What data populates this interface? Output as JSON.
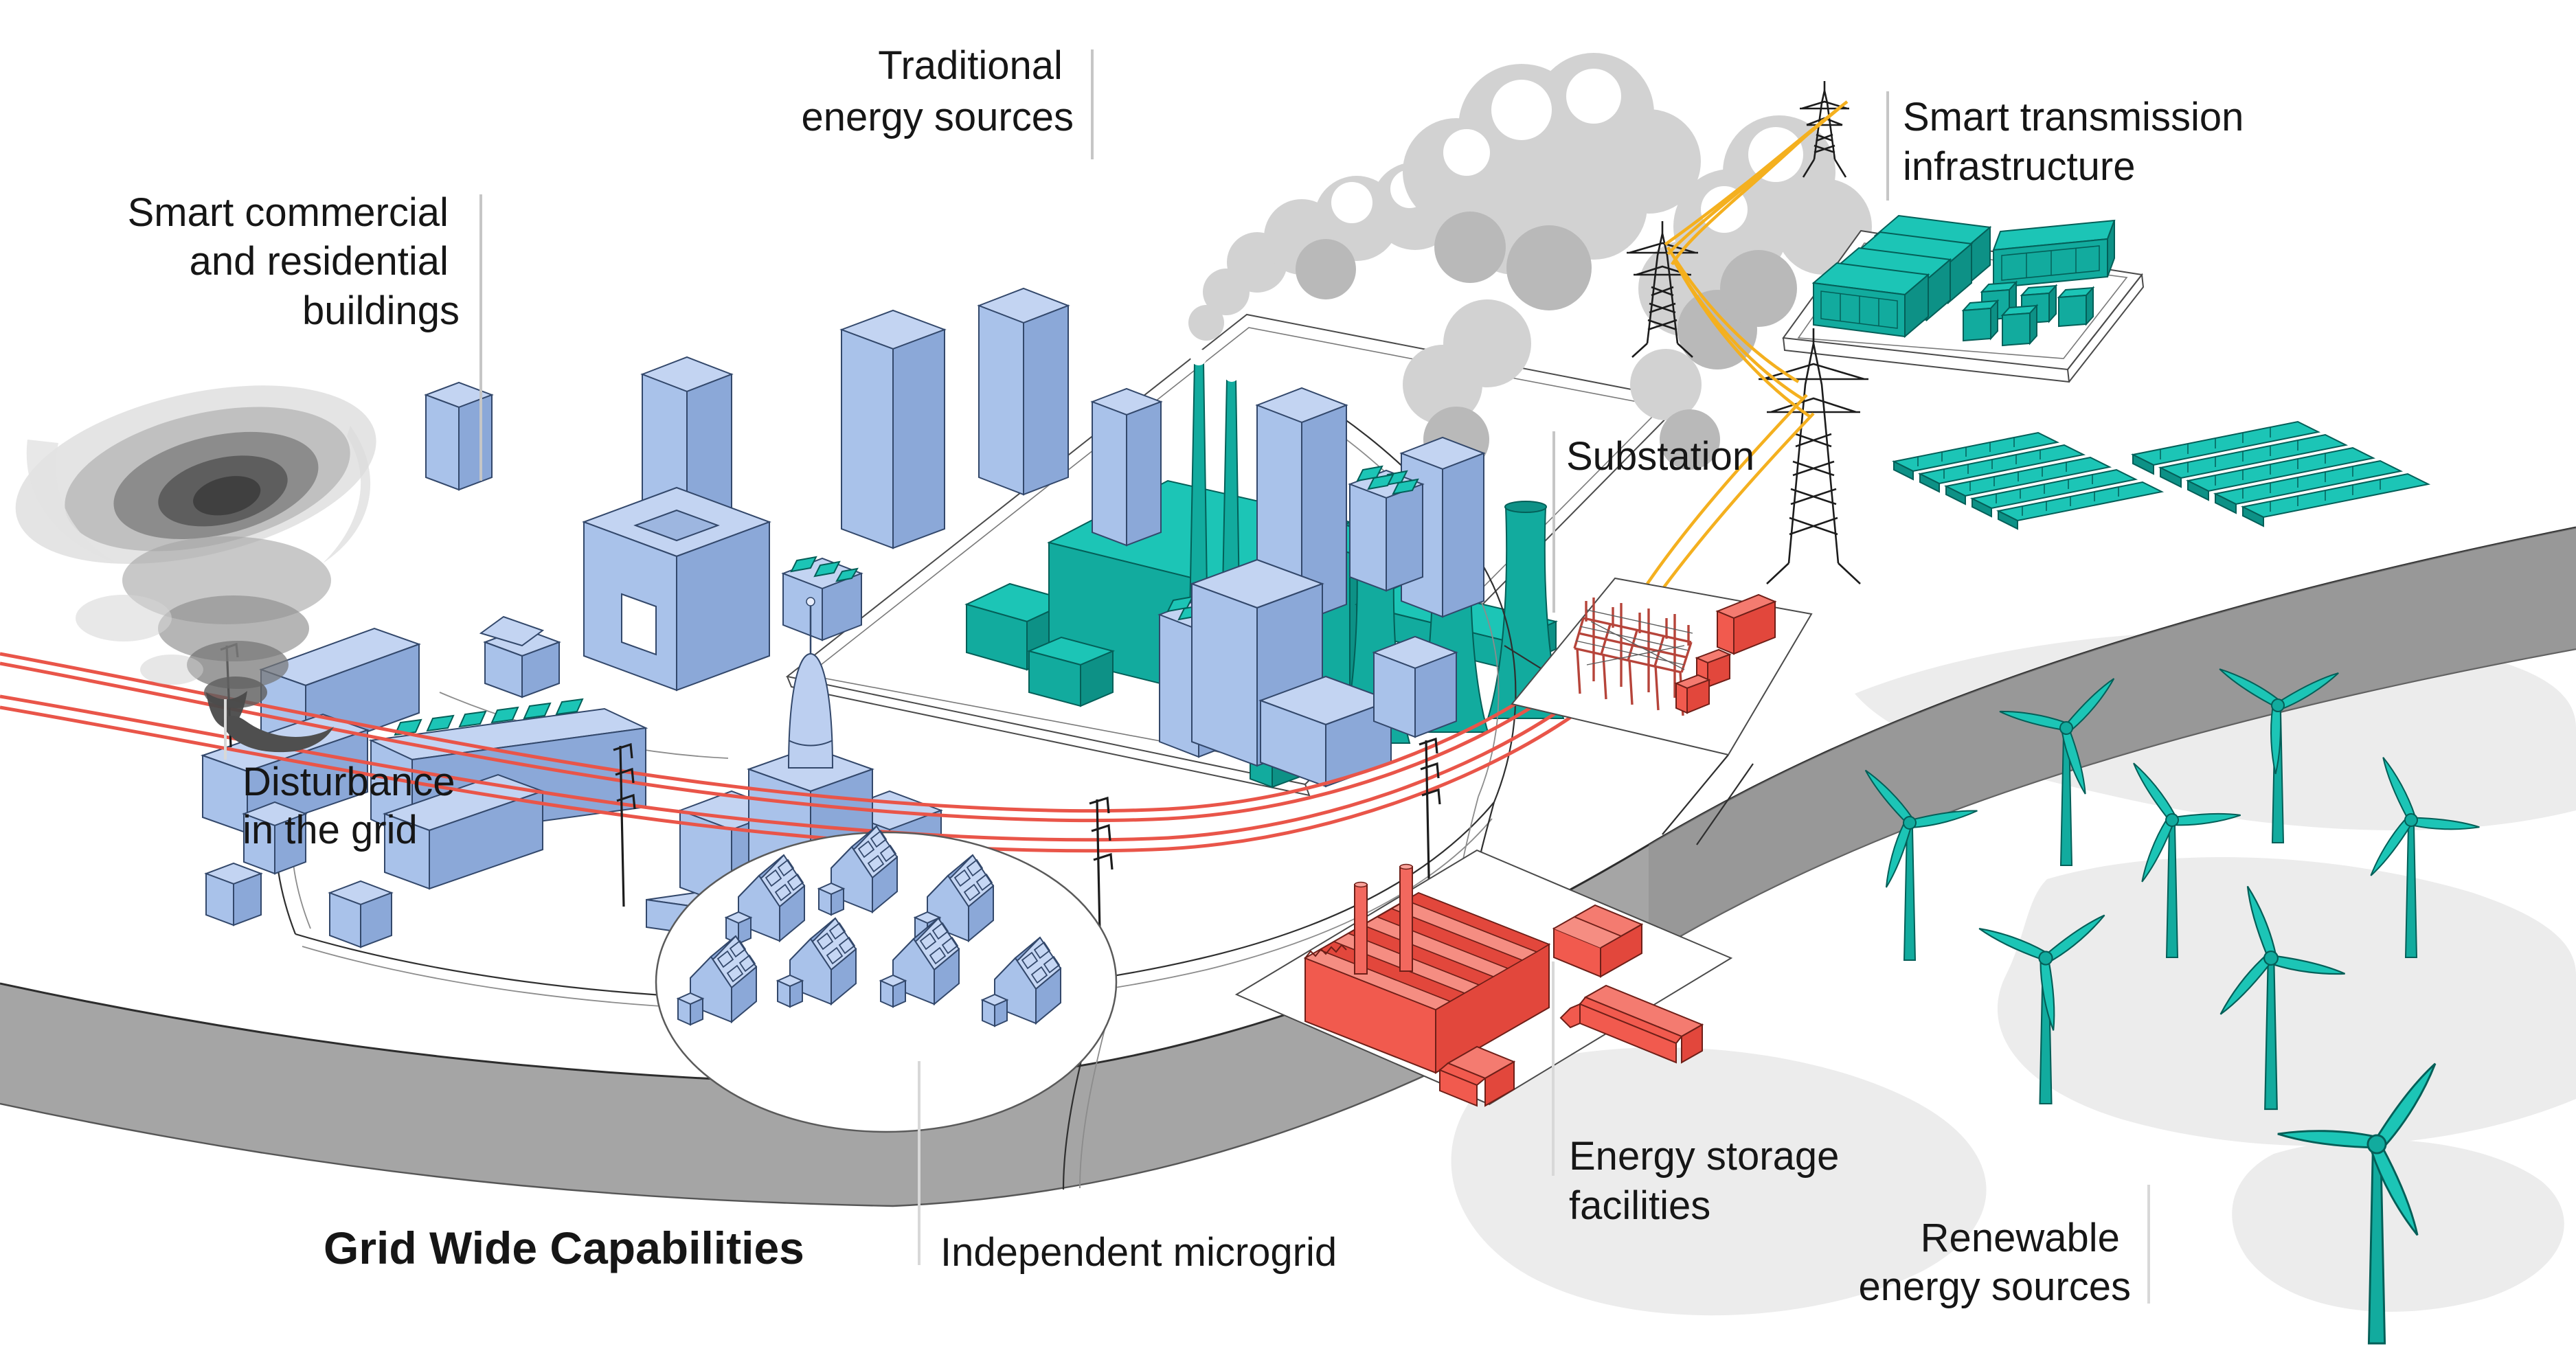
{
  "title": "Grid Wide Capabilities",
  "labels": {
    "traditional_energy": {
      "line1": "Traditional",
      "line2": "energy sources"
    },
    "smart_buildings": {
      "line1": "Smart commercial",
      "line2": "and residential",
      "line3": "buildings"
    },
    "smart_transmission": {
      "line1": "Smart transmission",
      "line2": "infrastructure"
    },
    "substation": {
      "text": "Substation"
    },
    "disturbance": {
      "line1": "Disturbance",
      "line2": "in the grid"
    },
    "grid_wide": {
      "text": "Grid Wide Capabilities"
    },
    "independent_microgrid": {
      "text": "Independent microgrid"
    },
    "energy_storage": {
      "line1": "Energy storage",
      "line2": "facilities"
    },
    "renewable": {
      "line1": "Renewable",
      "line2": "energy sources"
    }
  },
  "icons": {
    "tornado": "disturbance-tornado-icon",
    "power_plant": "fossil-power-plant-icon",
    "cooling_towers": "cooling-towers-icon",
    "transmission_tower": "transmission-pylon-icon",
    "substation": "substation-icon",
    "solar_array": "solar-panel-array-icon",
    "wind_turbine": "wind-turbine-icon",
    "city": "city-buildings-icon",
    "microgrid_houses": "solar-houses-icon",
    "storage": "energy-storage-factory-icon"
  },
  "colors": {
    "ink": "#161616",
    "sep": "#c6c6c6",
    "teal-top": "#1cc5b6",
    "teal-front": "#12ab9e",
    "teal-side": "#0d9186",
    "teal-edge": "#045f58",
    "blue-top": "#c3d4f2",
    "blue-front": "#a9c2ea",
    "blue-side": "#8ba8d8",
    "blue-edge": "#33486b",
    "red-top": "#f47b70",
    "red-front": "#f15a4e",
    "red-side": "#e2473c",
    "red-edge": "#6e1f18",
    "wire-yellow": "#f4b01f",
    "wire-red": "#e95549",
    "road": "#a5a5a5",
    "road-dark": "#8e8e8e",
    "blob": "#ececec",
    "smoke": "#d2d2d2",
    "smoke-dark": "#b9b9b9"
  }
}
